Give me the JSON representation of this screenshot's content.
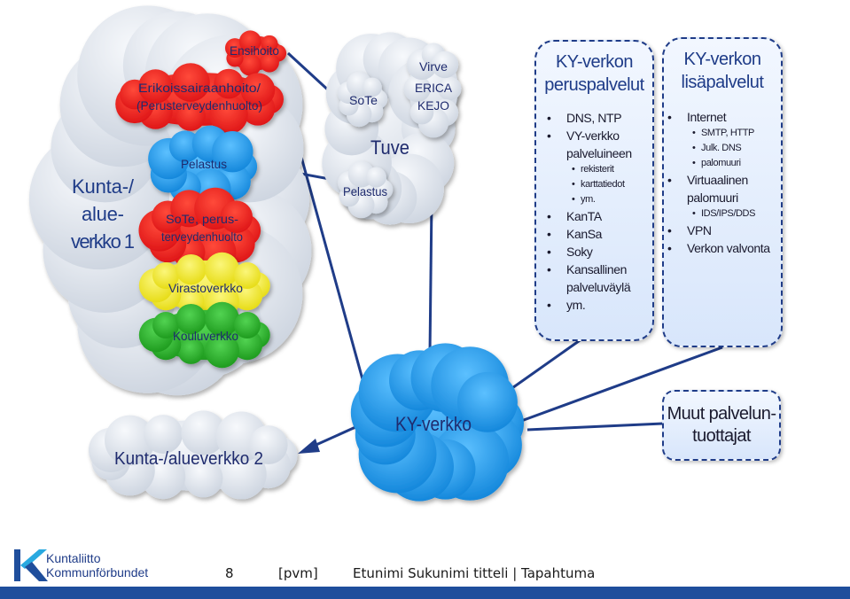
{
  "left_cloud": {
    "title": [
      "Kunta-/",
      "alue-",
      "verkko 1"
    ],
    "clouds": {
      "ensihoito": "Ensihoito",
      "erikois_line1": "Erikoissairaanhoito/",
      "erikois_line2": "(Perusterveydenhuolto)",
      "pelastus": "Pelastus",
      "sote_line1": "SoTe, perus-",
      "sote_line2": "terveydenhuolto",
      "virastoverkko": "Virastoverkko",
      "kouluverkko": "Kouluverkko"
    }
  },
  "tuve": {
    "title": "Tuve",
    "sote": "SoTe",
    "pelastus": "Pelastus",
    "virve": [
      "Virve",
      "ERICA",
      "KEJO"
    ]
  },
  "ky_verkko": "KY-verkko",
  "kunta2": "Kunta-/alueverkko 2",
  "peruspalvelut": {
    "title": [
      "KY-verkon",
      "peruspalvelut"
    ],
    "items": [
      {
        "t": "DNS, NTP",
        "lvl": 1
      },
      {
        "t": "VY-verkko palveluineen",
        "lvl": 1
      },
      {
        "t": "rekisterit",
        "lvl": 2
      },
      {
        "t": "karttatiedot",
        "lvl": 2
      },
      {
        "t": "ym.",
        "lvl": 2
      },
      {
        "t": "KanTA",
        "lvl": 1
      },
      {
        "t": "KanSa",
        "lvl": 1
      },
      {
        "t": "Soky",
        "lvl": 1
      },
      {
        "t": "Kansallinen palveluväylä",
        "lvl": 1
      },
      {
        "t": "ym.",
        "lvl": 1
      }
    ]
  },
  "lisapalvelut": {
    "title": [
      "KY-verkon",
      "lisäpalvelut"
    ],
    "items": [
      {
        "t": "Internet",
        "lvl": 1
      },
      {
        "t": "SMTP, HTTP",
        "lvl": 2
      },
      {
        "t": "Julk. DNS",
        "lvl": 2
      },
      {
        "t": "palomuuri",
        "lvl": 2
      },
      {
        "t": "Virtuaalinen palomuuri",
        "lvl": 1
      },
      {
        "t": "IDS/IPS/DDS",
        "lvl": 2
      },
      {
        "t": "VPN",
        "lvl": 1
      },
      {
        "t": "Verkon valvonta",
        "lvl": 1
      }
    ]
  },
  "muut": [
    "Muut palvelun-",
    "tuottajat"
  ],
  "footer": {
    "logo_line1": "Kuntaliitto",
    "logo_line2": "Kommunförbundet",
    "page": "8",
    "date": "[pvm]",
    "author": "Etunimi Sukunimi titteli | Tapahtuma"
  },
  "colors": {
    "ky_blue": "#1a95e6",
    "red": "#e8141a",
    "yellow": "#f2ea10",
    "green": "#1fb31f",
    "text_blue": "#1f3c88",
    "footer_bar": "#1f4e9c"
  }
}
